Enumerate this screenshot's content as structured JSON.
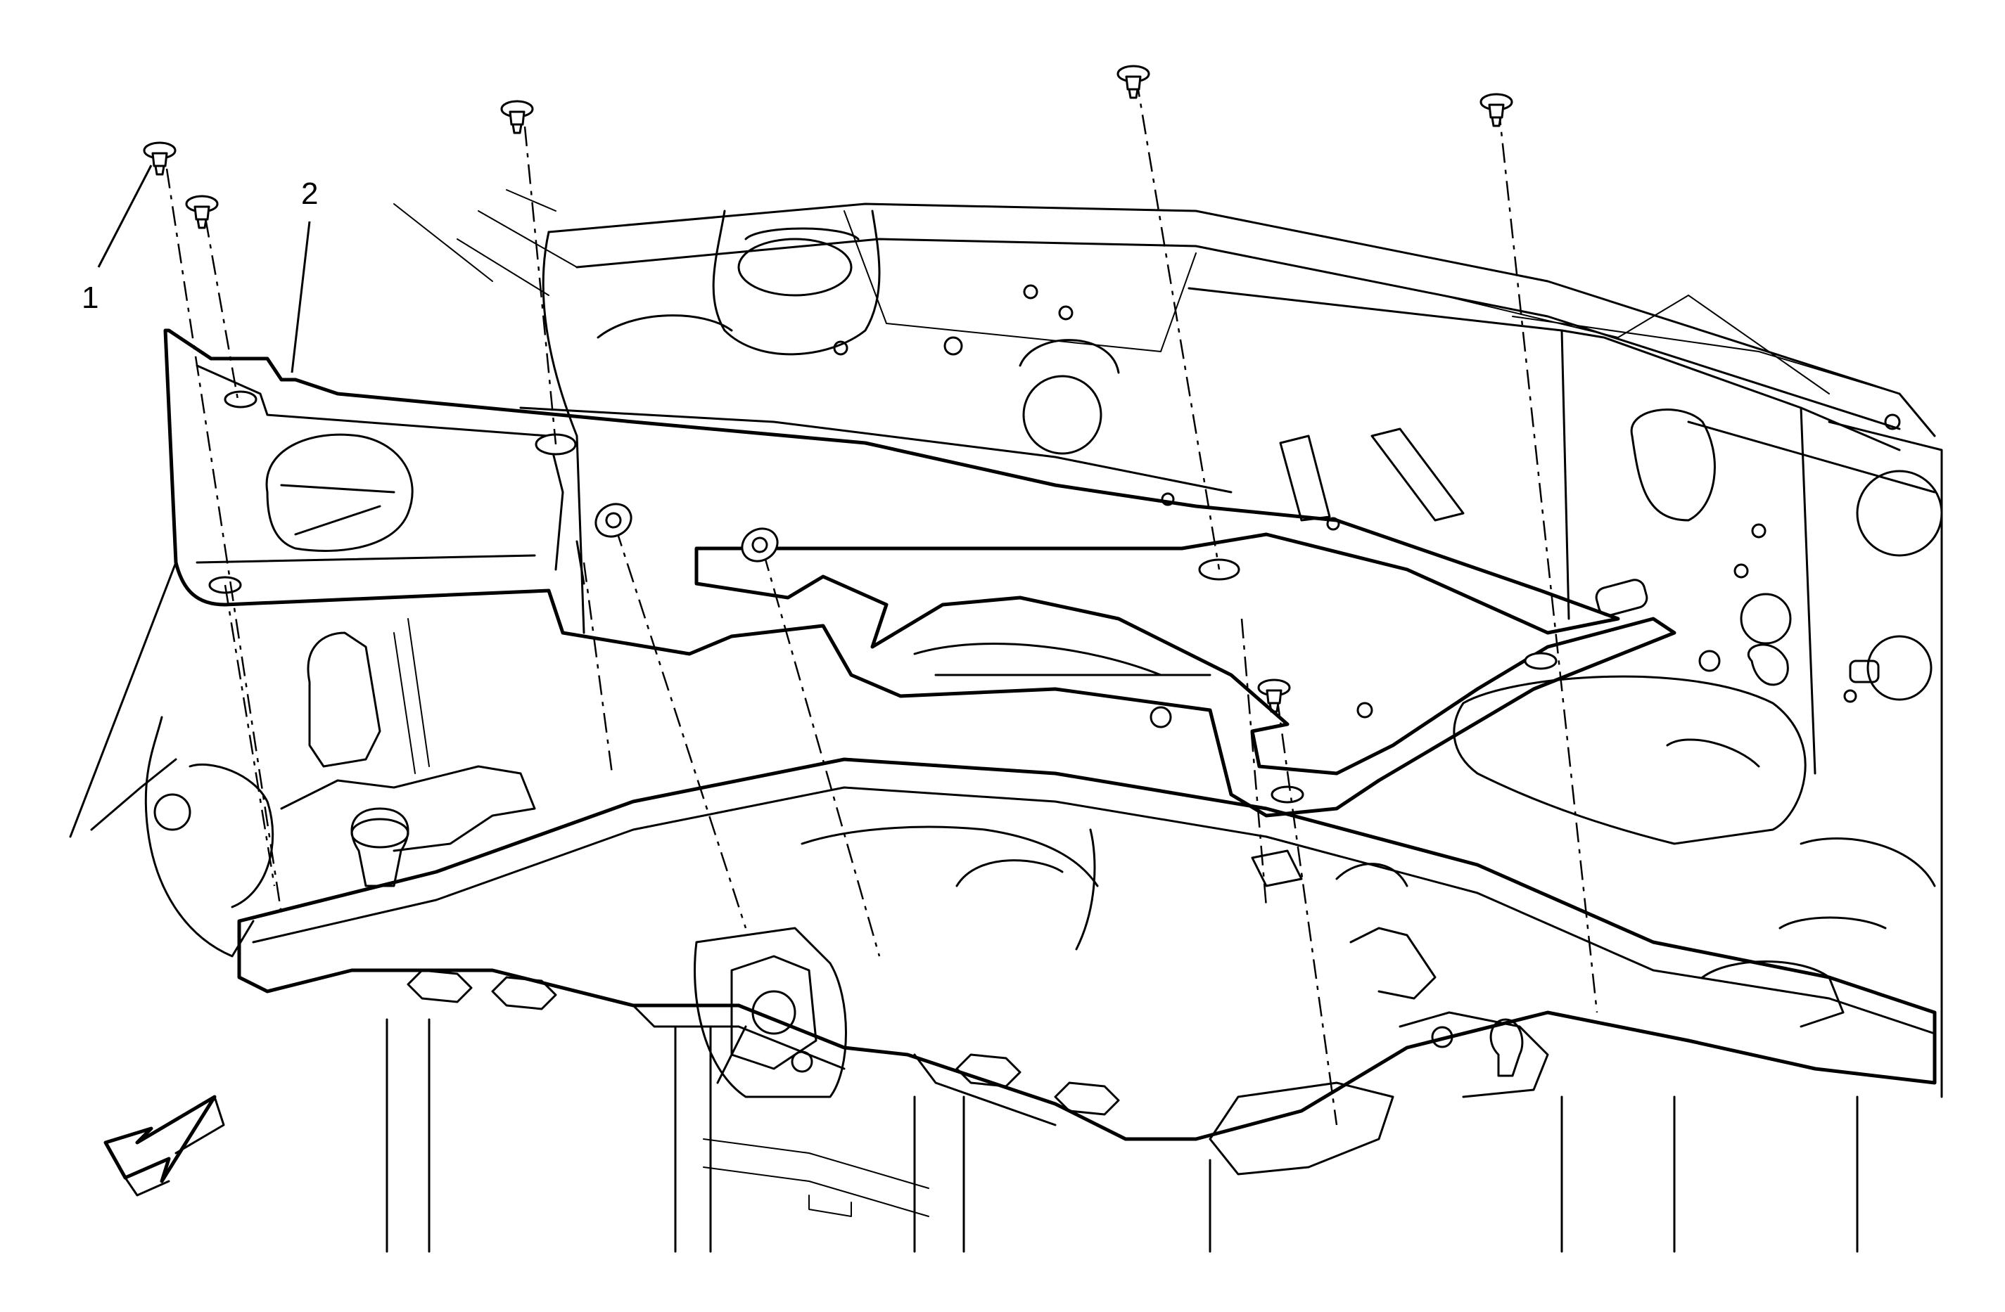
{
  "callouts": [
    {
      "label": "1",
      "part": "fastener"
    },
    {
      "label": "2",
      "part": "panel"
    }
  ],
  "direction_indicator": {
    "icon": "front-direction-arrow-icon"
  },
  "colors": {
    "line": "#000000",
    "background": "#ffffff"
  }
}
